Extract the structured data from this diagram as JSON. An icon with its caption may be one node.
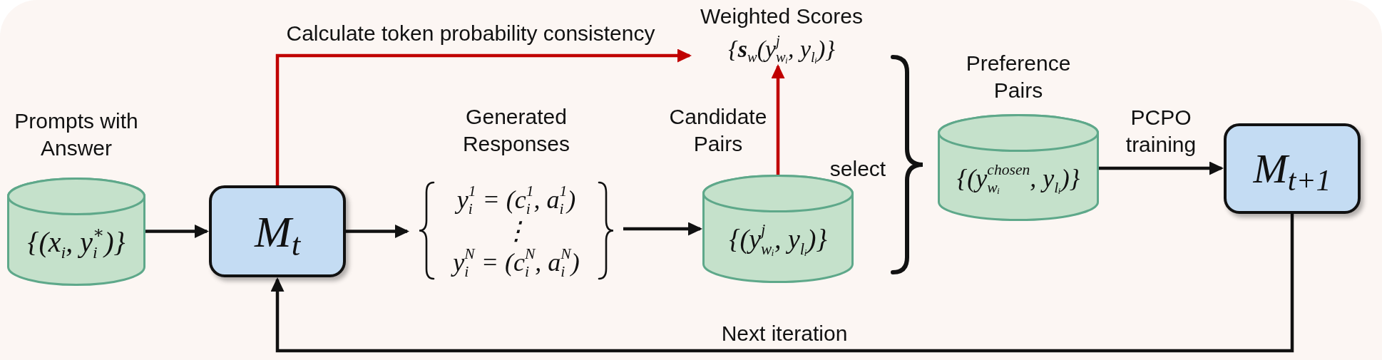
{
  "diagram": {
    "nodes": [
      {
        "text": [
          "Prompts with Answer",
          "{(x$_{i}$, y$_{i}$$^{∗}$)}"
        ]
      },
      {
        "text": [
          "M$_{t}$"
        ]
      },
      {
        "text": [
          "Generated Responses",
          "y$_{i}$$^{1}$ = (c$_{i}$$^{1}$, a$_{i}$$^{1}$)",
          "⋮",
          "y$_{i}$$^{N}$ = (c$_{i}$$^{N}$, a$_{i}$$^{N}$)"
        ]
      },
      {
        "text": [
          "{(y$^{j}$$_{wᵢ}$, y$_{lᵢ}$)}"
        ],
        "beside": [
          "Candidate Pairs"
        ]
      },
      {
        "text": [
          "Weighted Scores",
          "{**s**$_{w}$(y$^{j}$$_{wᵢ}$, y$_{lᵢ}$)}"
        ]
      },
      {
        "text": [
          "Preference Pairs",
          "{(y$^{chosen}$$_{wᵢ}$, y$_{lᵢ}$)}"
        ]
      },
      {
        "text": [
          "M$_{t+1}$"
        ]
      }
    ],
    "edges": [
      {
        "from": 0,
        "to": 1,
        "arrow": "to"
      },
      {
        "from": 1,
        "to": 4,
        "arrow": "to",
        "label": "Calculate token probability consistency",
        "color": "#c00000"
      },
      {
        "from": 1,
        "to": 2,
        "arrow": "to"
      },
      {
        "from": 2,
        "to": 3,
        "arrow": "to"
      },
      {
        "from": 3,
        "to": 4,
        "arrow": "to",
        "color": "#c00000"
      },
      {
        "from": 5,
        "to": 6,
        "arrow": "to",
        "label": "PCPO training"
      },
      {
        "from": 6,
        "to": 1,
        "arrow": "to",
        "label": "Next iteration"
      }
    ],
    "labels": [
      "select"
    ]
  }
}
